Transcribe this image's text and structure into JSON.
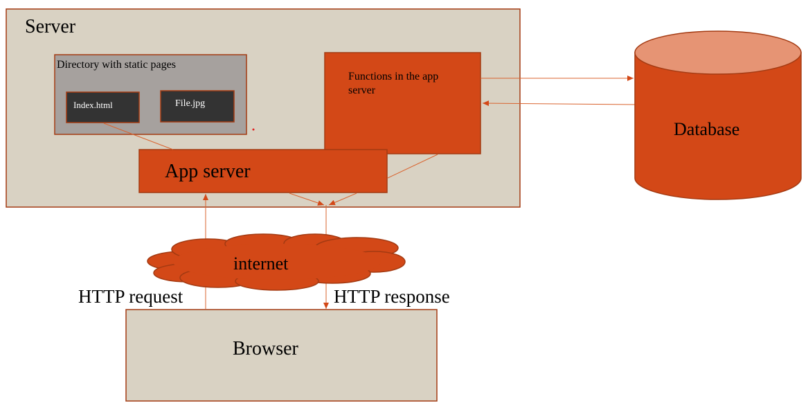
{
  "colors": {
    "server_fill": "#d9d2c3",
    "border": "#a33a12",
    "accent": "#d34817",
    "database_top": "#e69474",
    "static_dir_fill": "#a6a19e",
    "file_fill": "#333333",
    "line": "#d9632e"
  },
  "server": {
    "title": "Server"
  },
  "static_dir": {
    "title": "Directory with static pages",
    "files": [
      "Index.html",
      "File.jpg"
    ]
  },
  "functions": {
    "label": "Functions in the app server"
  },
  "app_server": {
    "label": "App server"
  },
  "database": {
    "label": "Database"
  },
  "internet": {
    "label": "internet"
  },
  "http": {
    "request": "HTTP request",
    "response": "HTTP response"
  },
  "browser": {
    "label": "Browser"
  }
}
